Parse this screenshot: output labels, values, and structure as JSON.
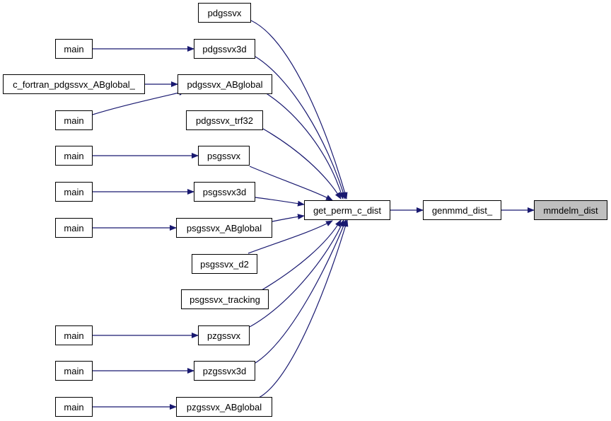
{
  "colors": {
    "edge": "#191970",
    "focus_fill": "#bfbfbf",
    "node_border": "#000000"
  },
  "nodes": {
    "pdgssvx": "pdgssvx",
    "main_1": "main",
    "pdgssvx3d": "pdgssvx3d",
    "c_fortran": "c_fortran_pdgssvx_ABglobal_",
    "pdgssvx_abglobal": "pdgssvx_ABglobal",
    "main_2": "main",
    "pdgssvx_trf32": "pdgssvx_trf32",
    "main_3": "main",
    "psgssvx": "psgssvx",
    "main_4": "main",
    "psgssvx3d": "psgssvx3d",
    "main_5": "main",
    "psgssvx_abglobal": "psgssvx_ABglobal",
    "psgssvx_d2": "psgssvx_d2",
    "psgssvx_tracking": "psgssvx_tracking",
    "main_6": "main",
    "pzgssvx": "pzgssvx",
    "main_7": "main",
    "pzgssvx3d": "pzgssvx3d",
    "main_8": "main",
    "pzgssvx_abglobal": "pzgssvx_ABglobal",
    "get_perm_c_dist": "get_perm_c_dist",
    "genmmd_dist": "genmmd_dist_",
    "mmdelm_dist": "mmdelm_dist"
  }
}
